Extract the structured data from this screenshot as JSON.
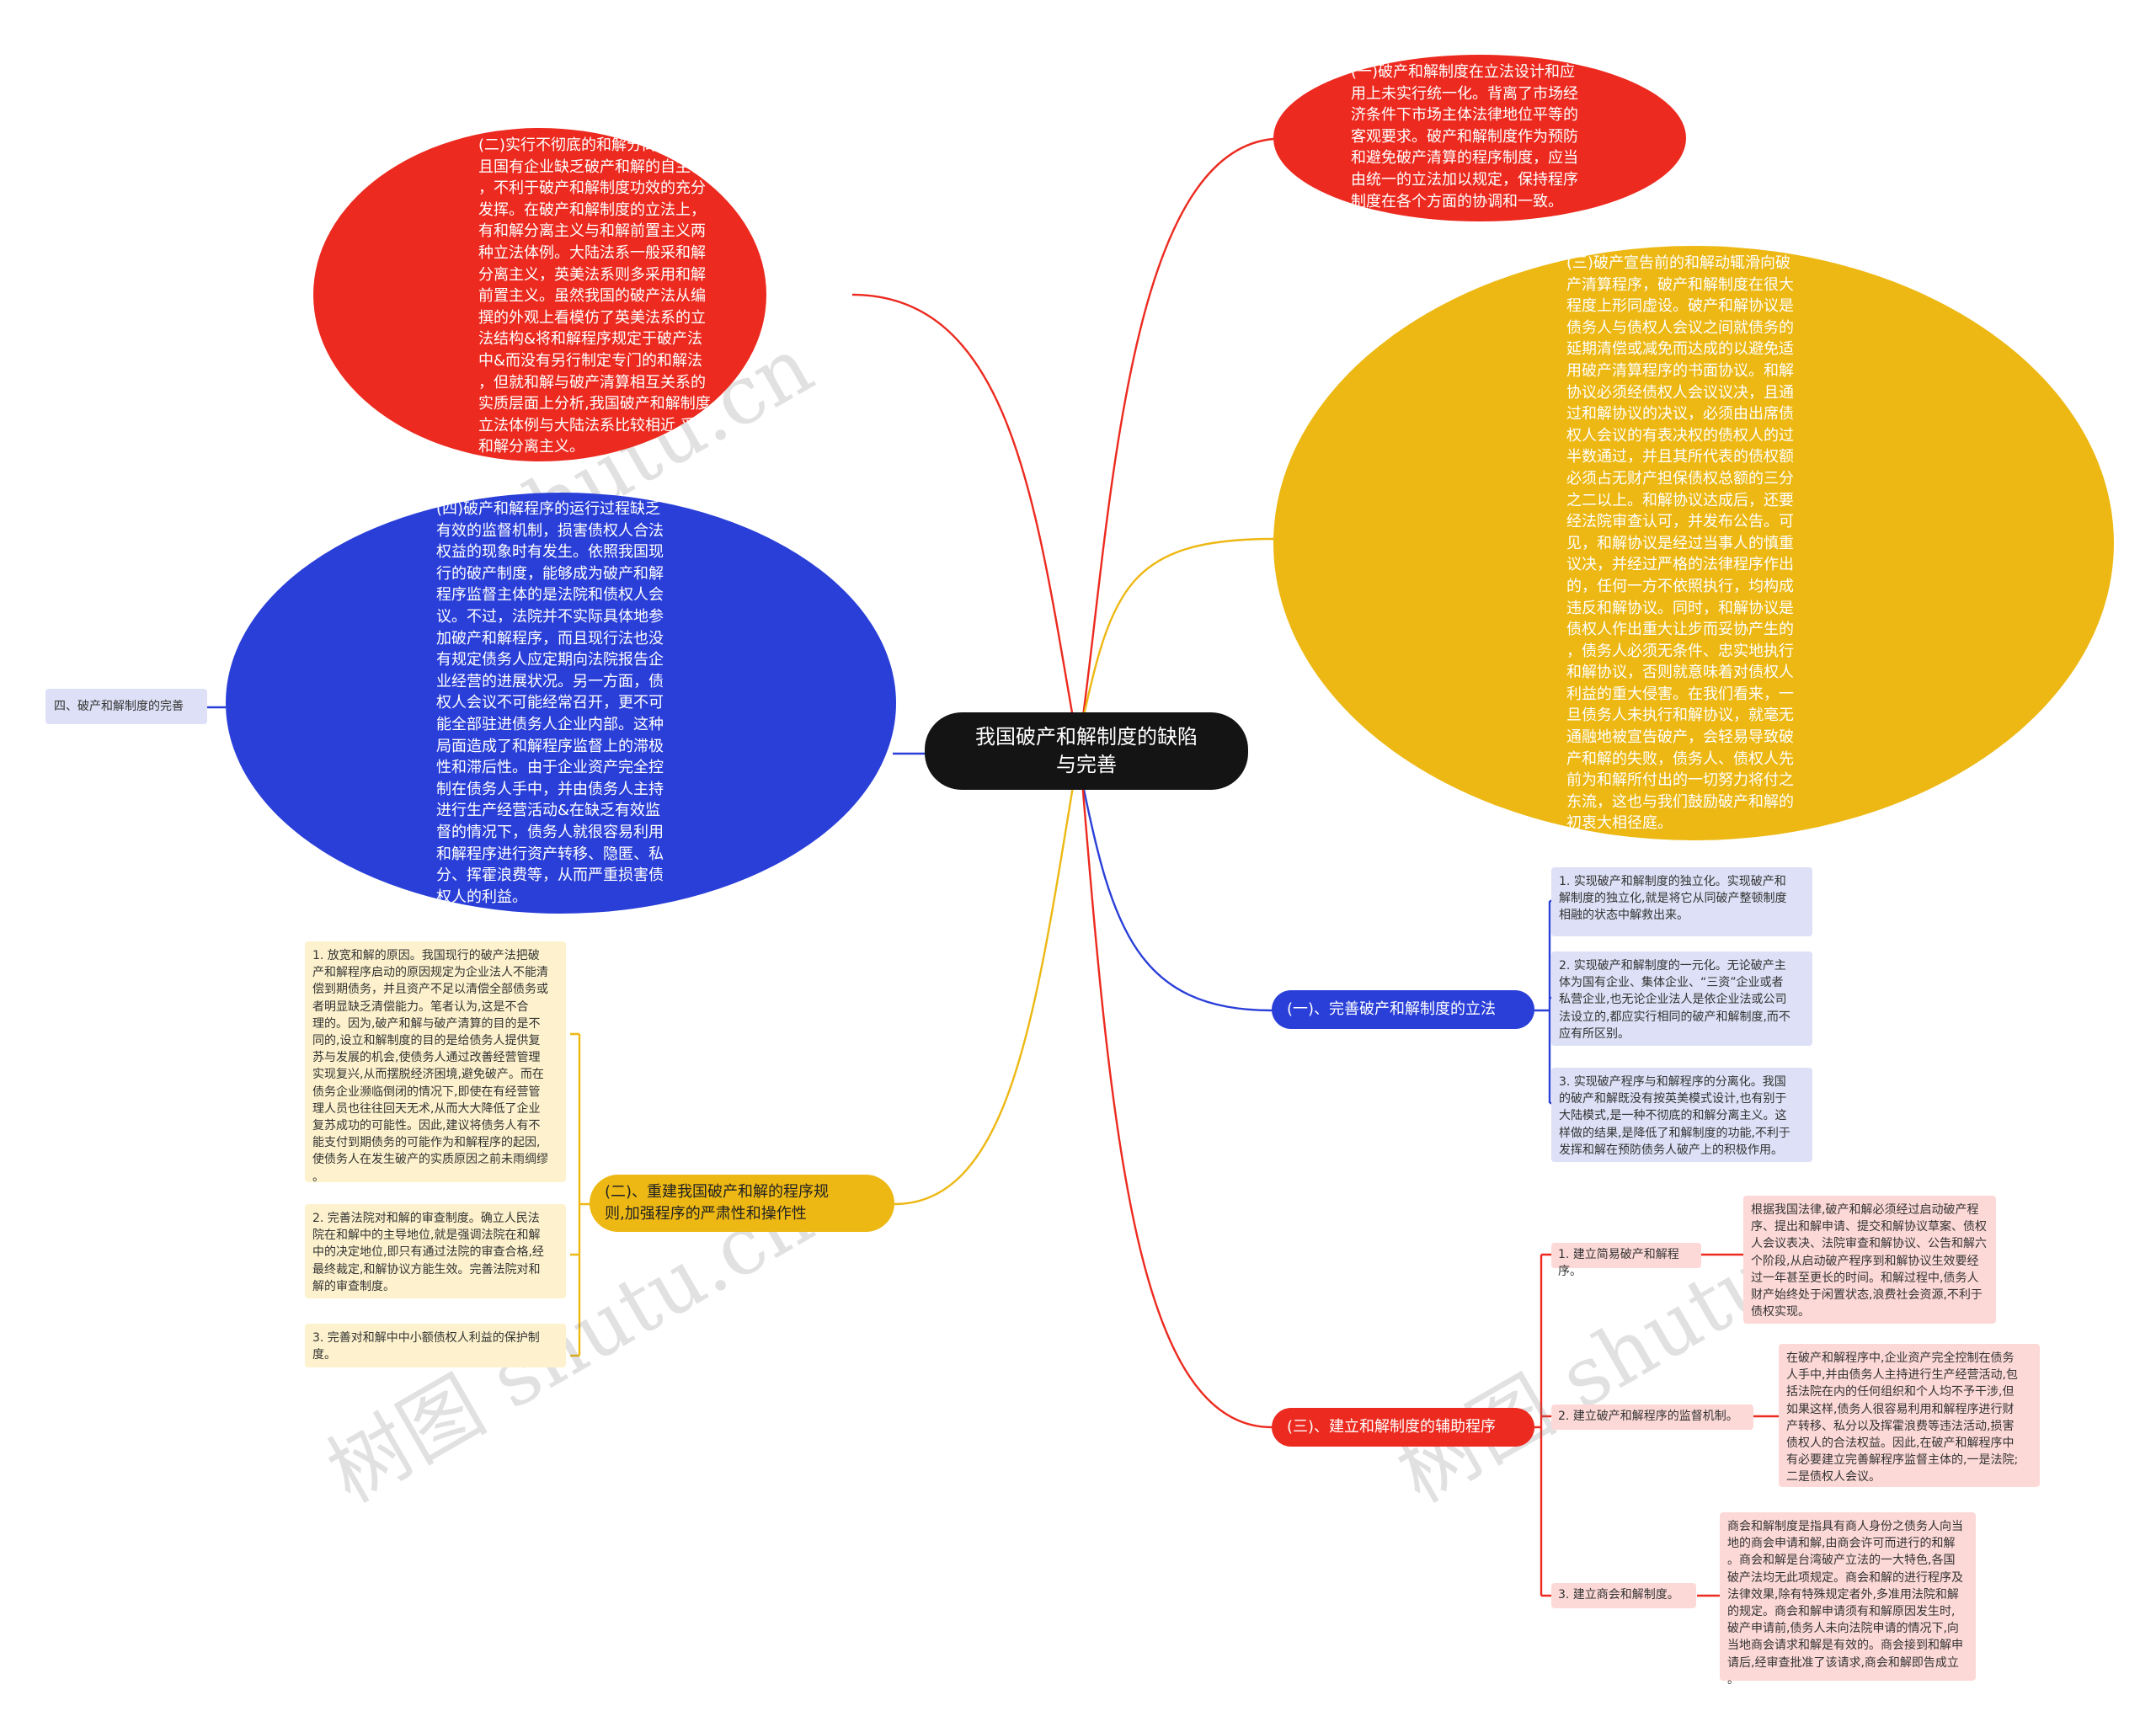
{
  "colors": {
    "red": "#ec2a1f",
    "blue": "#2a3fd8",
    "yellow": "#edb813",
    "center": "#141414",
    "leaf_blue": "#dde0f6",
    "leaf_yellow": "#fdf2cd",
    "leaf_pink": "#fcd9d7"
  },
  "watermark": "树图 shutu.cn",
  "center": {
    "title": "我国破产和解制度的缺陷\n与完善"
  },
  "nodes": {
    "r1": "(一)破产和解制度在立法设计和应\n用上未实行统一化。背离了市场经\n济条件下市场主体法律地位平等的\n客观要求。破产和解制度作为预防\n和避免破产清算的程序制度，应当\n由统一的立法加以规定，保持程序\n制度在各个方面的协调和一致。",
    "r3": "(三)破产宣告前的和解动辄滑向破\n产清算程序，破产和解制度在很大\n程度上形同虚设。破产和解协议是\n债务人与债权人会议之间就债务的\n延期清偿或减免而达成的以避免适\n用破产清算程序的书面协议。和解\n协议必须经债权人会议议决，且通\n过和解协议的决议，必须由出席债\n权人会议的有表决权的债权人的过\n半数通过，并且其所代表的债权额\n必须占无财产担保债权总额的三分\n之二以上。和解协议达成后，还要\n经法院审查认可，并发布公告。可\n见，和解协议是经过当事人的慎重\n议决，并经过严格的法律程序作出\n的，任何一方不依照执行，均构成\n违反和解协议。同时，和解协议是\n债权人作出重大让步而妥协产生的\n，债务人必须无条件、忠实地执行\n和解协议，否则就意味着对债权人\n利益的重大侵害。在我们看来，一\n旦债务人未执行和解协议，就毫无\n通融地被宣告破产，会轻易导致破\n产和解的失败，债务人、债权人先\n前为和解所付出的一切努力将付之\n东流，这也与我们鼓励破产和解的\n初衷大相径庭。",
    "l2": "(二)实行不彻底的和解分离主义，\n且国有企业缺乏破产和解的自主权\n，不利于破产和解制度功效的充分\n发挥。在破产和解制度的立法上，\n有和解分离主义与和解前置主义两\n种立法体例。大陆法系一般采和解\n分离主义，英美法系则多采用和解\n前置主义。虽然我国的破产法从编\n撰的外观上看模仿了英美法系的立\n法结构&将和解程序规定于破产法\n中&而没有另行制定专门的和解法\n，但就和解与破产清算相互关系的\n实质层面上分析,我国破产和解制度\n立法体例与大陆法系比较相近,采用\n和解分离主义。",
    "l4": "(四)破产和解程序的运行过程缺乏\n有效的监督机制，损害债权人合法\n权益的现象时有发生。依照我国现\n行的破产制度，能够成为破产和解\n程序监督主体的是法院和债权人会\n议。不过，法院并不实际具体地参\n加破产和解程序，而且现行法也没\n有规定债务人应定期向法院报告企\n业经营的进展状况。另一方面，债\n权人会议不可能经常召开，更不可\n能全部驻进债务人企业内部。这种\n局面造成了和解程序监督上的滞极\n性和滞后性。由于企业资产完全控\n制在债务人手中，并由债务人主持\n进行生产经营活动&在缺乏有效监\n督的情况下，债务人就很容易利用\n和解程序进行资产转移、隐匿、私\n分、挥霍浪费等，从而严重损害债\n权人的利益。",
    "tag4": "四、破产和解制度的完善",
    "b1": "(一)、完善破产和解制度的立法",
    "b2": "(二)、重建我国破产和解的程序规\n则,加强程序的严肃性和操作性",
    "b3": "(三)、建立和解制度的辅助程序",
    "b1_c1": "1. 实现破产和解制度的独立化。实现破产和\n解制度的独立化,就是将它从同破产整顿制度\n相融的状态中解救出来。",
    "b1_c2": "2. 实现破产和解制度的一元化。无论破产主\n体为国有企业、集体企业、“三资”企业或者\n私营企业,也无论企业法人是依企业法或公司\n法设立的,都应实行相同的破产和解制度,而不\n应有所区别。",
    "b1_c3": "3. 实现破产程序与和解程序的分离化。我国\n的破产和解既没有按英美模式设计,也有别于\n大陆模式,是一种不彻底的和解分离主义。这\n样做的结果,是降低了和解制度的功能,不利于\n发挥和解在预防债务人破产上的积极作用。",
    "b2_c1": "1. 放宽和解的原因。我国现行的破产法把破\n产和解程序启动的原因规定为企业法人不能清\n偿到期债务，并且资产不足以清偿全部债务或\n者明显缺乏清偿能力。笔者认为,这是不合\n理的。因为,破产和解与破产清算的目的是不\n同的,设立和解制度的目的是给债务人提供复\n苏与发展的机会,使债务人通过改善经营管理\n实现复兴,从而摆脱经济困境,避免破产。而在\n债务企业濒临倒闭的情况下,即使在有经营管\n理人员也往往回天无术,从而大大降低了企业\n复苏成功的可能性。因此,建议将债务人有不\n能支付到期债务的可能作为和解程序的起因,\n使债务人在发生破产的实质原因之前未雨绸缪\n。",
    "b2_c2": "2. 完善法院对和解的审查制度。确立人民法\n院在和解中的主导地位,就是强调法院在和解\n中的决定地位,即只有通过法院的审查合格,经\n最终裁定,和解协议方能生效。完善法院对和\n解的审查制度。",
    "b2_c3": "3. 完善对和解中中小额债权人利益的保护制\n度。",
    "b3_c1": "1. 建立简易破产和解程序。",
    "b3_c1_d": "根据我国法律,破产和解必须经过启动破产程\n序、提出和解申请、提交和解协议草案、债权\n人会议表决、法院审查和解协议、公告和解六\n个阶段,从启动破产程序到和解协议生效要经\n过一年甚至更长的时间。和解过程中,债务人\n财产始终处于闲置状态,浪费社会资源,不利于\n债权实现。",
    "b3_c2": "2. 建立破产和解程序的监督机制。",
    "b3_c2_d": "在破产和解程序中,企业资产完全控制在债务\n人手中,并由债务人主持进行生产经营活动,包\n括法院在内的任何组织和个人均不予干涉,但\n如果这样,债务人很容易利用和解程序进行财\n产转移、私分以及挥霍浪费等违法活动,损害\n债权人的合法权益。因此,在破产和解程序中\n有必要建立完善解程序监督主体的,一是法院;\n二是债权人会议。",
    "b3_c3": "3. 建立商会和解制度。",
    "b3_c3_d": "商会和解制度是指具有商人身份之债务人向当\n地的商会申请和解,由商会许可而进行的和解\n。商会和解是台湾破产立法的一大特色,各国\n破产法均无此项规定。商会和解的进行程序及\n法律效果,除有特殊规定者外,多准用法院和解\n的规定。商会和解申请须有和解原因发生时,\n破产申请前,债务人未向法院申请的情况下,向\n当地商会请求和解是有效的。商会接到和解申\n请后,经审查批准了该请求,商会和解即告成立\n。"
  }
}
